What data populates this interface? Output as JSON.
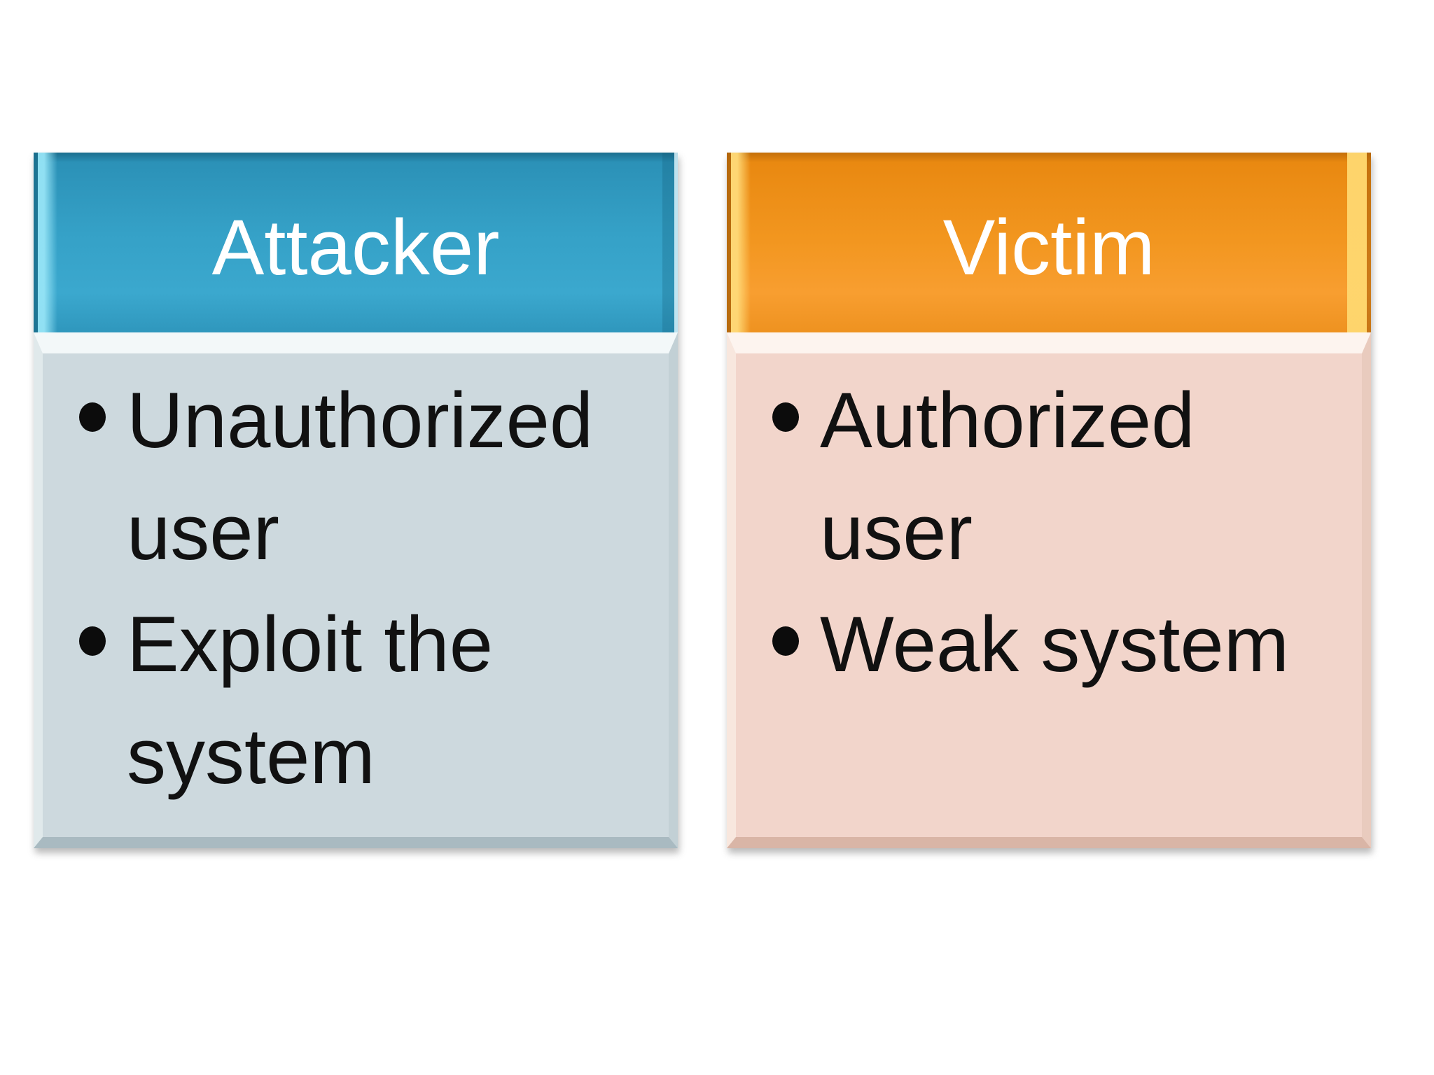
{
  "slide": {
    "background": "#ffffff",
    "kind": "two-column comparison diagram"
  },
  "panels": [
    {
      "title": "Attacker",
      "bullets": [
        "Unauthorized user",
        "Exploit the system"
      ],
      "theme": {
        "header_color": "#35a1c7",
        "header_gradient_top": "#2a8fb5",
        "header_gradient_bottom": "#3ba8ce",
        "header_bevel_highlight": "#96e4f6",
        "body_color": "#cdd9de",
        "title_text_color": "#ffffff",
        "body_text_color": "#111111"
      }
    },
    {
      "title": "Victim",
      "bullets": [
        "Authorized user",
        "Weak system"
      ],
      "theme": {
        "header_color": "#f2961f",
        "header_gradient_top": "#e8870f",
        "header_gradient_bottom": "#f89e30",
        "header_bevel_highlight": "#ffda78",
        "body_color": "#f2d5cb",
        "title_text_color": "#ffffff",
        "body_text_color": "#111111"
      }
    }
  ]
}
